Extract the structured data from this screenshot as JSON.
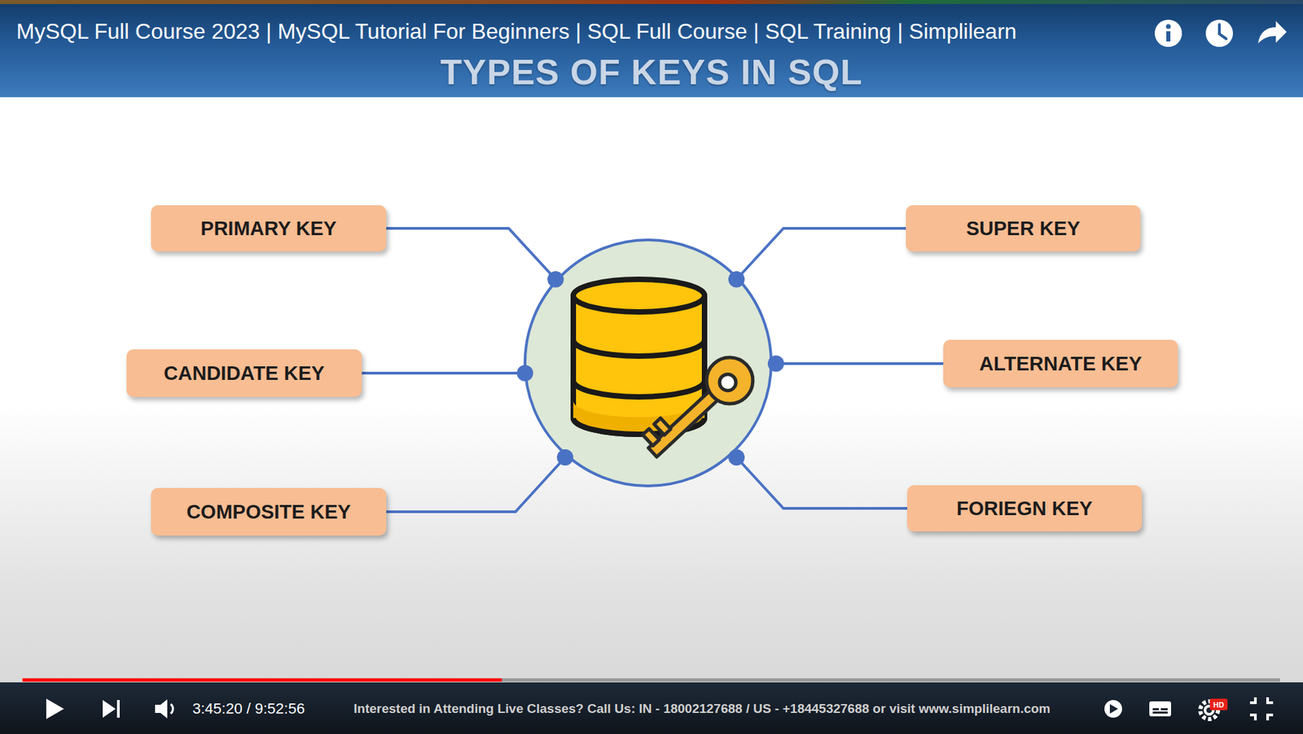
{
  "diagram": {
    "title": "TYPES OF KEYS IN SQL",
    "nodes": [
      {
        "text": [
          "PRIMARY KEY"
        ]
      },
      {
        "text": [
          "SUPER KEY"
        ]
      },
      {
        "text": [
          "CANDIDATE KEY"
        ]
      },
      {
        "text": [
          "ALTERNATE KEY"
        ]
      },
      {
        "text": [
          "COMPOSITE KEY"
        ]
      },
      {
        "text": [
          "FORIEGN KEY"
        ]
      }
    ],
    "labels": [
      "MySQL Full Course 2023 | MySQL Tutorial For Beginners | SQL Full Course | SQL Training | Simplilearn",
      "3:45:20 / 9:52:56",
      "Interested in Attending Live Classes? Call Us: IN - 18002127688 / US - +18445327688 or visit www.simplilearn.com",
      "HD"
    ]
  }
}
